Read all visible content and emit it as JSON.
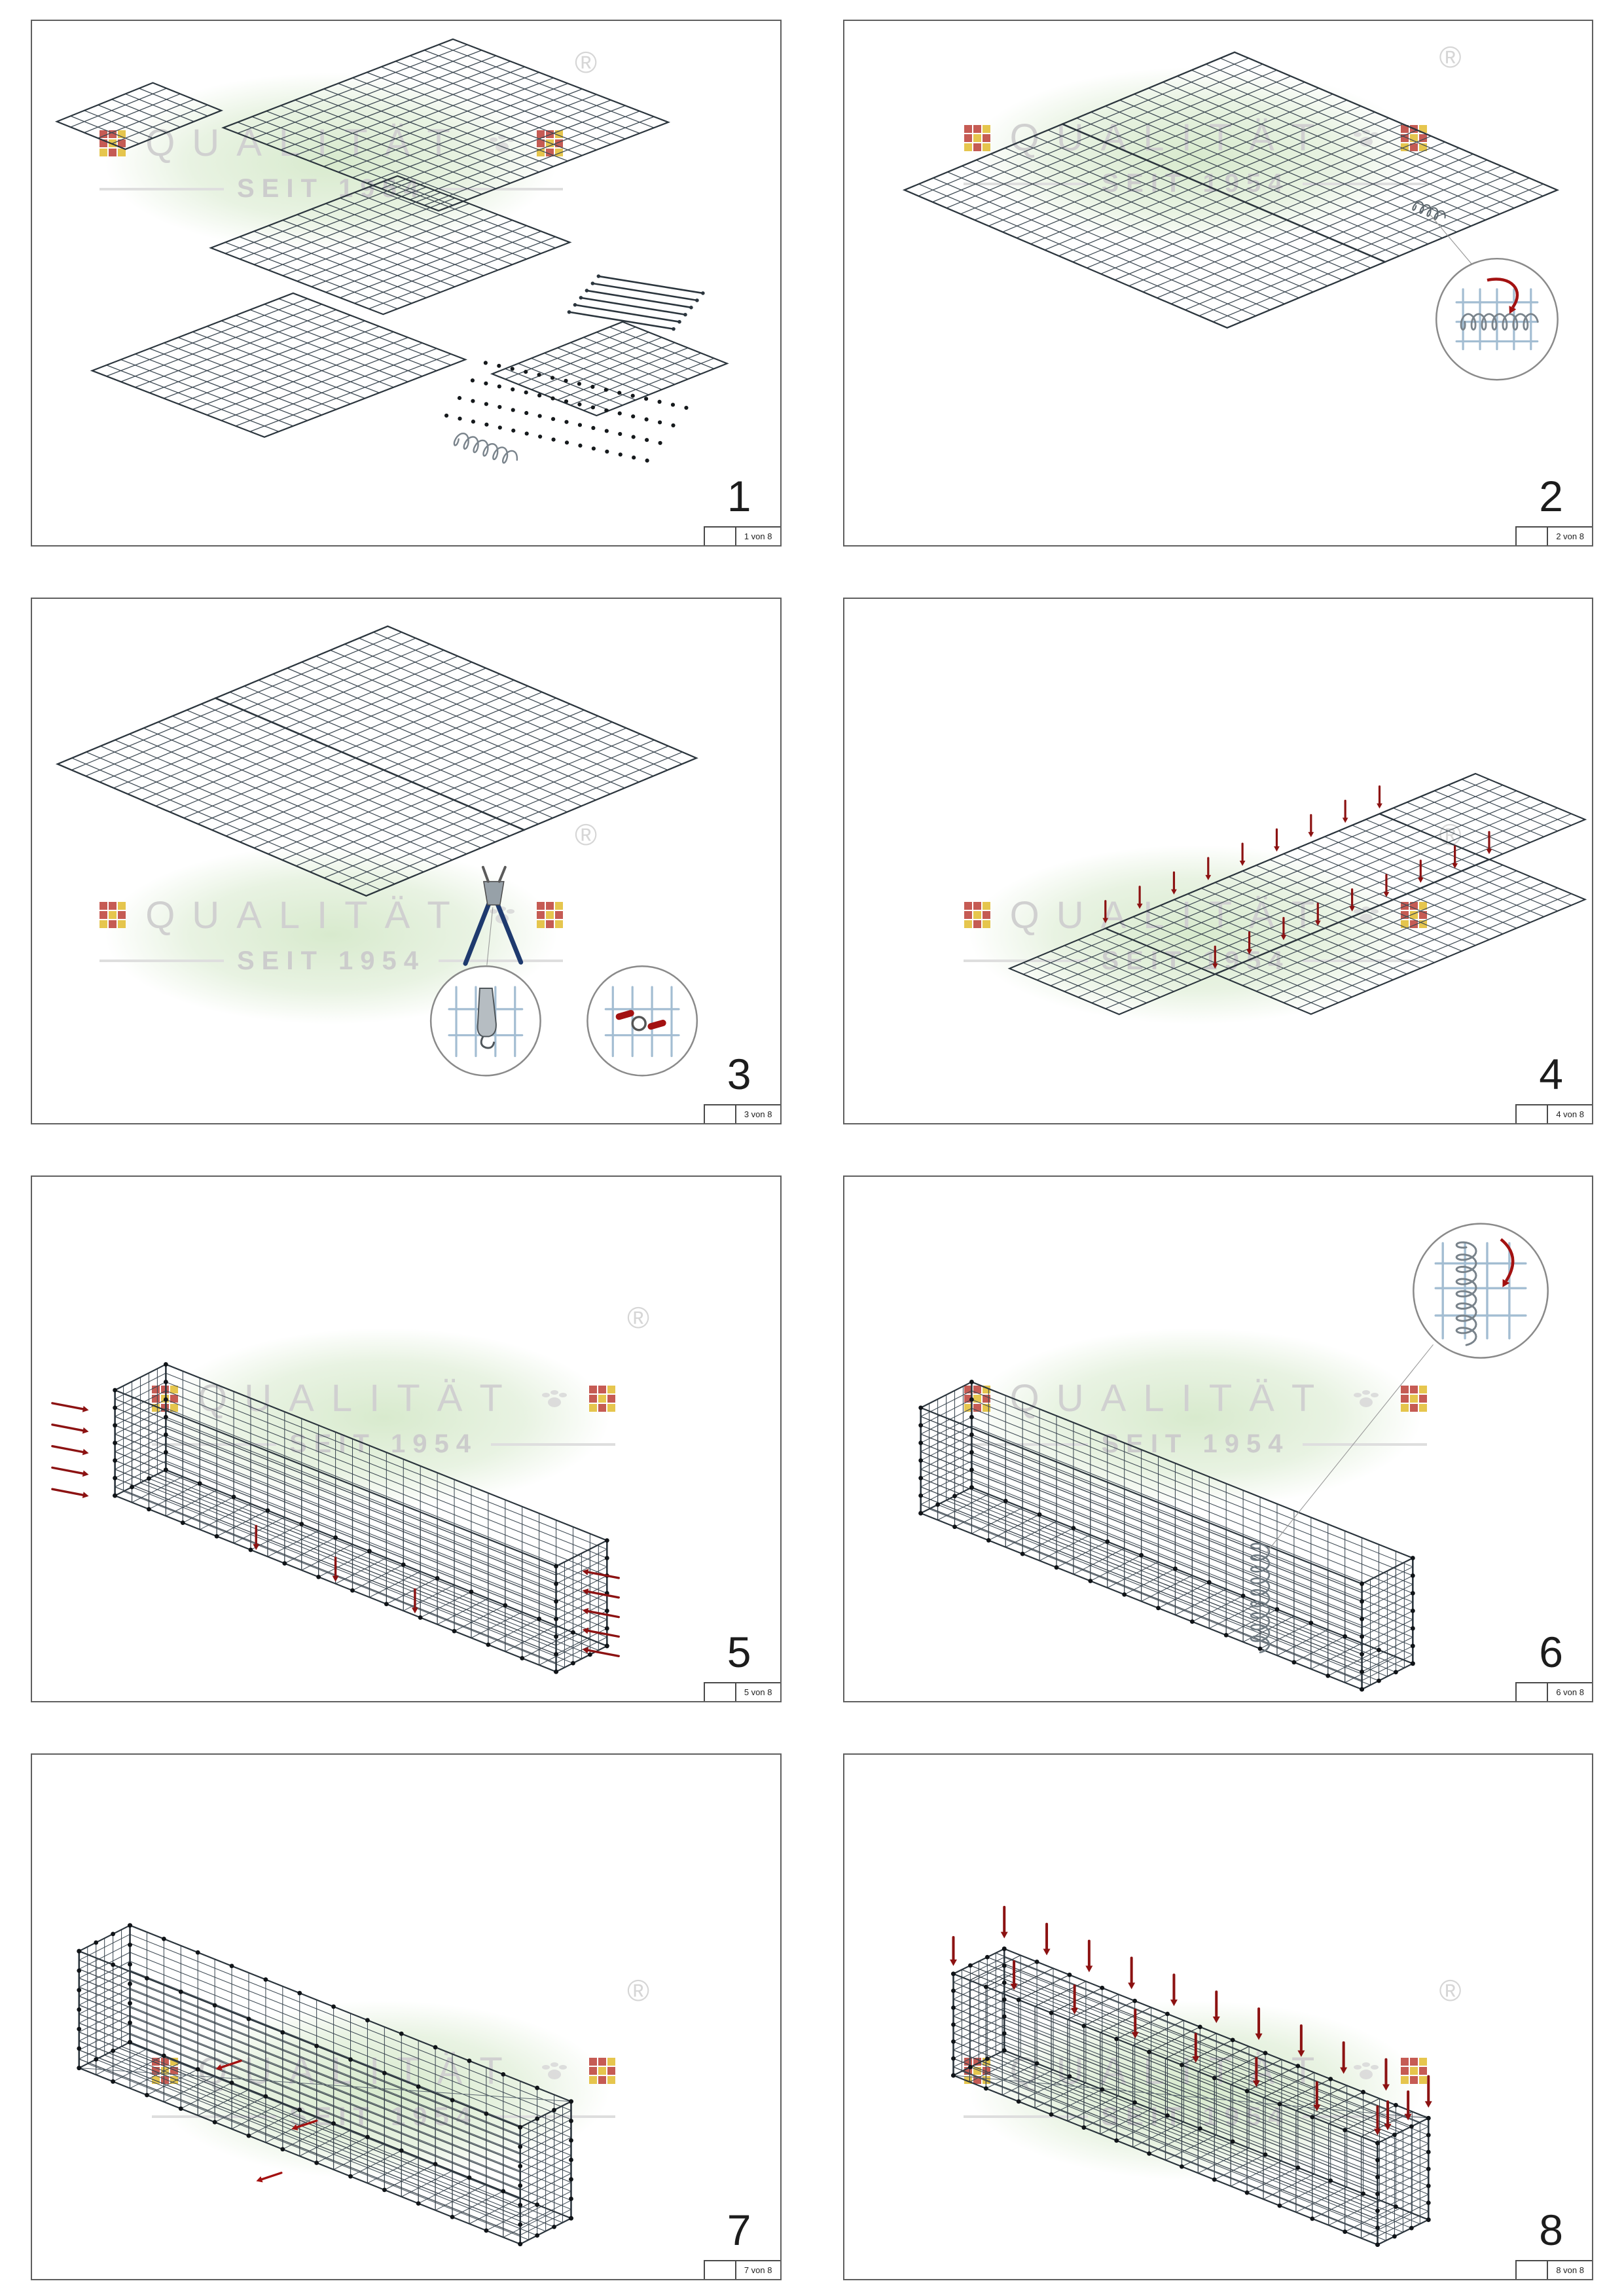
{
  "watermark": {
    "line1": "QUALITÄT",
    "line2": "SEIT 1954",
    "registered": "®",
    "logo_cells": [
      "#b8332a",
      "#b8332a",
      "#e0b822",
      "#b8332a",
      "#e0b822",
      "#b8332a",
      "#e0b822",
      "#b8332a",
      "#e0b822"
    ]
  },
  "panels": [
    {
      "step": "1",
      "page_label": "1 von 8",
      "illustration": "parts-overview"
    },
    {
      "step": "2",
      "page_label": "2 von 8",
      "illustration": "spiral-connection"
    },
    {
      "step": "3",
      "page_label": "3 von 8",
      "illustration": "clip-fastening"
    },
    {
      "step": "4",
      "page_label": "4 von 8",
      "illustration": "fold-up-walls"
    },
    {
      "step": "5",
      "page_label": "5 von 8",
      "illustration": "assembled-basket-pins"
    },
    {
      "step": "6",
      "page_label": "6 von 8",
      "illustration": "corner-spiral"
    },
    {
      "step": "7",
      "page_label": "7 von 8",
      "illustration": "inner-clips"
    },
    {
      "step": "8",
      "page_label": "8 von 8",
      "illustration": "close-lid-spirals"
    }
  ],
  "colors": {
    "mesh": "#3d4953",
    "mesh_dark": "#2b353d",
    "accent_red": "#8c1212",
    "detail_red": "#a31111",
    "detail_blue": "#a3bdd2",
    "tool_blue": "#1e3a6e",
    "steel_gray": "#79838b",
    "clip_black": "#15191c",
    "watermark_green": "#d6e9cb",
    "watermark_gray": "#d0d0d0"
  }
}
